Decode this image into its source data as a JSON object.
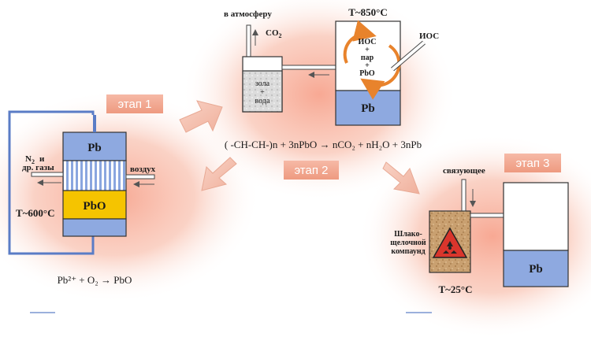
{
  "stage1": {
    "label": "этап 1",
    "top_zone": "Pb",
    "bottom_zone": "PbO",
    "gas_out_line1": "N",
    "gas_out_sub": "2",
    "gas_out_and": "и",
    "gas_out_line2": "др. газы",
    "air_in": "воздух",
    "temperature": "T~600°C",
    "reaction": "Pb²⁺ + O₂ → PbO"
  },
  "stage2": {
    "label": "этап 2",
    "atmosphere": "в атмосферу",
    "co2": "CO",
    "co2_sub": "2",
    "temperature": "T~850°C",
    "ash_line1": "зола",
    "ash_line2": "+",
    "ash_line3": "вода",
    "mix_line1": "ИОС",
    "mix_line2": "+",
    "mix_line3": "пар",
    "mix_line4": "+",
    "mix_line5": "PbO",
    "ios_input": "ИОС",
    "pb": "Pb",
    "reaction": "( -CH-CH-)n + 3nPbO → nCO₂ + nH₂O + 3nPb"
  },
  "stage3": {
    "label": "этап 3",
    "binder": "связующее",
    "compound_line1": "Шлако-",
    "compound_line2": "щелочной",
    "compound_line3": "компаунд",
    "temperature": "T~25°C",
    "pb": "Pb"
  },
  "colors": {
    "glow": "#f8b8a4",
    "stage_badge": "#f2a58e",
    "pb_blue": "#8ea9e0",
    "pbo_yellow": "#f5c400",
    "frame_blue": "#5a7cc6",
    "arrow_fill": "#f4c4b4",
    "orange_arrow": "#e8832c",
    "hazard_red": "#d9352c"
  },
  "icons": [
    "radiation-hazard-icon",
    "circular-arrow-icon",
    "block-arrow-icon"
  ]
}
